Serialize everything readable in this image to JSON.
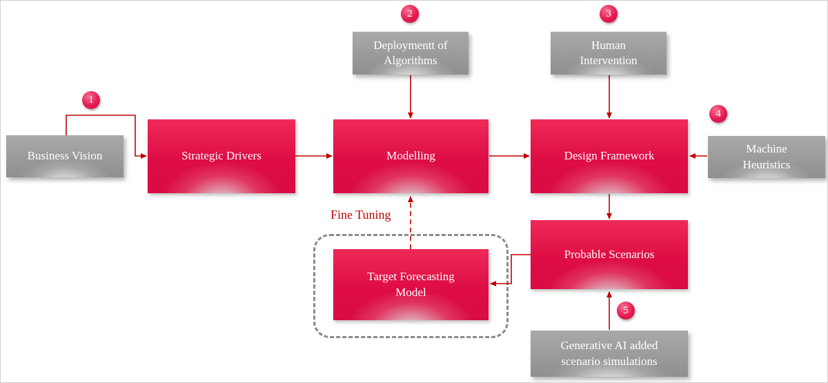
{
  "diagram": {
    "nodes": {
      "business_vision": "Business Vision",
      "strategic_drivers": "Strategic Drivers",
      "modelling": "Modelling",
      "design_framework": "Design Framework",
      "machine_heuristics": "Machine Heuristics",
      "deployment_of_algorithms": "Deploymentt of Algorithms",
      "human_intervention": "Human Intervention",
      "probable_scenarios": "Probable Scenarios",
      "target_forecasting_model": "Target Forecasting Model",
      "generative_ai_added": "Generative AI added scenario simulations"
    },
    "badges": {
      "step1": "1",
      "step2": "2",
      "step3": "3",
      "step4": "4",
      "step5": "5"
    },
    "labels": {
      "fine_tuning": "Fine Tuning"
    },
    "colors": {
      "red_box": "#E0104A",
      "gray_box": "#9E9E9E",
      "arrow": "#C00000",
      "badge": "#E41A50",
      "dashed_border": "#8A8A8A",
      "text": "#FFFFFF"
    }
  }
}
